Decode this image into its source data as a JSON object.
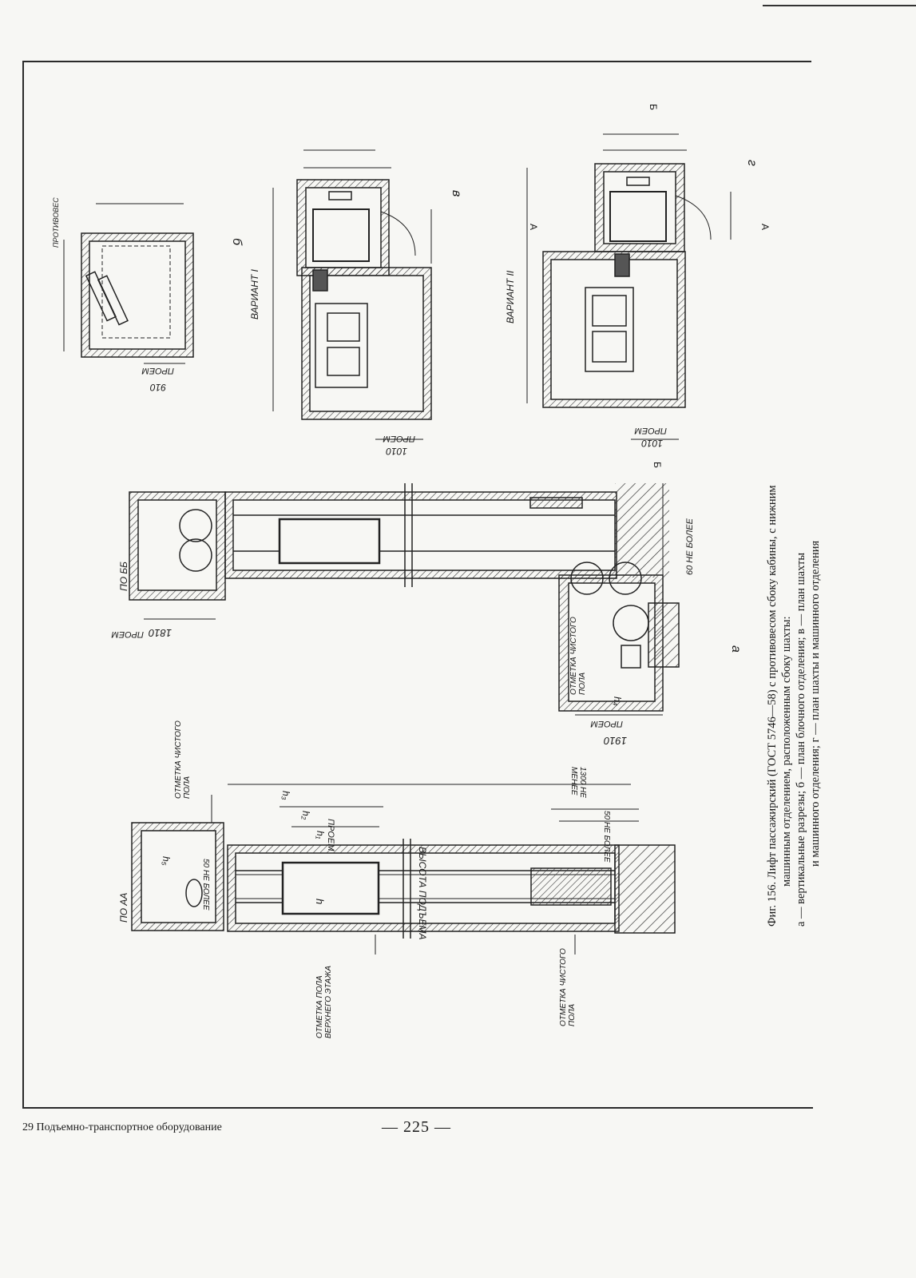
{
  "caption": {
    "line1": "Фиг. 156. Лифт пассажирский (ГОСТ 5746—58) с противовесом сбоку кабины, с нижним",
    "line2": "машинным отделением, расположенным сбоку шахты:",
    "line3": "а — вертикальные разрезы; б — план блочного отделения; в — план шахты",
    "line4": "и машинного отделения; г — план шахты и машинного отделения"
  },
  "footer": {
    "left": "29 Подъемно-транспортное оборудование",
    "page": "— 225 —"
  },
  "labels": {
    "section_aa": "ПО АА",
    "section_bb": "ПО ББ",
    "variant1": "ВАРИАНТ I",
    "variant2": "ВАРИАНТ II",
    "fig_a": "а",
    "fig_b": "б",
    "fig_v": "в",
    "fig_g": "г",
    "top_floor_mark": "ОТМЕТКА ПОЛА ВЕРХНЕГО ЭТАЖА",
    "clean_floor_1": "ОТМЕТКА ЧИСТОГО ПОЛА",
    "clean_floor_2": "ОТМЕТКА ЧИСТОГО ПОЛА",
    "clean_floor_3": "ОТМЕТКА ЧИСТОГО ПОЛА",
    "lift_height": "ВЫСОТА ПОДЪЕМА",
    "not_less_1300": "1300 НЕ МЕНЕЕ",
    "not_more_50a": "50 НЕ БОЛЕЕ",
    "not_more_50b": "50 НЕ БОЛЕЕ",
    "not_more_60": "60 НЕ БОЛЕЕ",
    "opening": "ПРОЕМ",
    "dim_1810": "1810",
    "dim_1910": "1910",
    "dim_1010a": "1010",
    "dim_1010b": "1010",
    "dim_910": "910",
    "h": "h",
    "h1": "h₁",
    "h2": "h₂",
    "h3": "h₃",
    "h4": "h₄",
    "h5": "h₅",
    "counterweight": "ПРОТИВОВЕС",
    "arrow_b_top": "Б",
    "arrow_b_bottom": "Б",
    "arrow_a_top": "А",
    "arrow_a_bottom": "А"
  }
}
